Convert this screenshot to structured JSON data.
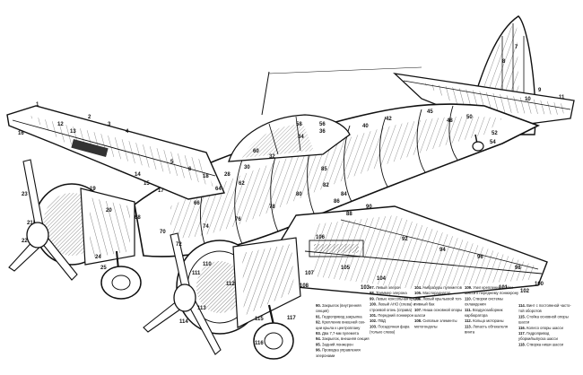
{
  "callouts": {
    "c1": "1",
    "c2": "2",
    "c3": "3",
    "c4": "4",
    "c5": "5",
    "c6": "6",
    "c7": "7",
    "c8": "8",
    "c9": "9",
    "c10": "10",
    "c11": "11",
    "c12": "12",
    "c13": "13",
    "c14": "14",
    "c15": "15",
    "c16": "16",
    "c17": "17",
    "c18": "18",
    "c19": "19",
    "c20": "20",
    "c21": "21",
    "c22": "22",
    "c23": "23",
    "c24": "24",
    "c25": "25",
    "c28": "28",
    "c30": "30",
    "c32": "32",
    "c34": "34",
    "c36": "36",
    "c40": "40",
    "c42": "42",
    "c45": "45",
    "c48": "48",
    "c50": "50",
    "c52": "52",
    "c54": "54",
    "c56": "56",
    "c58": "58",
    "c60": "60",
    "c62": "62",
    "c64": "64",
    "c66": "66",
    "c68": "68",
    "c70": "70",
    "c72": "72",
    "c74": "74",
    "c76": "76",
    "c78": "78",
    "c80": "80",
    "c82": "82",
    "c84": "84",
    "c85": "85",
    "c86": "86",
    "c88": "88",
    "c90": "90",
    "c92": "92",
    "c94": "94",
    "c96": "96",
    "c98": "98",
    "c100": "100",
    "c101": "101",
    "c102": "102",
    "c103": "103",
    "c104": "104",
    "c105": "105",
    "c106": "106",
    "c107": "107",
    "c108": "108",
    "c110": "110",
    "c111": "111",
    "c112": "112",
    "c113": "113",
    "c114": "114",
    "c115": "115",
    "c116": "116",
    "c117": "117"
  },
  "legend": {
    "col1": [
      {
        "n": "90.",
        "t": "Закрылок (внутренняя"
      },
      {
        "n": "",
        "t": "секция)"
      },
      {
        "n": "91.",
        "t": "Гидропривод закрылка"
      },
      {
        "n": "92.",
        "t": "Крепление внешней сек-"
      },
      {
        "n": "",
        "t": "ции крыла к центроплану"
      },
      {
        "n": "93.",
        "t": "Два 7,7-мм пулемета"
      },
      {
        "n": "94.",
        "t": "Закрылок, внешняя секция"
      },
      {
        "n": "95.",
        "t": "Задний лонжерон"
      },
      {
        "n": "96.",
        "t": "Проводка управления"
      },
      {
        "n": "",
        "t": "элеронами"
      }
    ],
    "col2": [
      {
        "n": "97.",
        "t": "Левый элерон"
      },
      {
        "n": "98.",
        "t": "Триммер элерона"
      },
      {
        "n": "99.",
        "t": "Левые консольная крыла"
      },
      {
        "n": "100.",
        "t": "Левый АНО (слева) и"
      },
      {
        "n": "",
        "t": "строевой огонь (справа)"
      },
      {
        "n": "101.",
        "t": "Передний лонжерон"
      },
      {
        "n": "102.",
        "t": "ПВД"
      },
      {
        "n": "103.",
        "t": "Посадочная фара"
      },
      {
        "n": "",
        "t": "(только слева)"
      }
    ],
    "col3": [
      {
        "n": "104.",
        "t": "Амбразуры пулеметов"
      },
      {
        "n": "105.",
        "t": "Маслорадиатор"
      },
      {
        "n": "106.",
        "t": "Левый крыльевой топ-"
      },
      {
        "n": "",
        "t": "ливный бак"
      },
      {
        "n": "107.",
        "t": "Ниша основной опоры"
      },
      {
        "n": "",
        "t": "шасси"
      },
      {
        "n": "108.",
        "t": "Силовые элементы"
      },
      {
        "n": "",
        "t": "мотогондолы"
      }
    ],
    "col4": [
      {
        "n": "109.",
        "t": "Узел крепления стойки"
      },
      {
        "n": "",
        "t": "шасси к переднему лонжерону"
      },
      {
        "n": "110.",
        "t": "Створки системы"
      },
      {
        "n": "",
        "t": "охлаждения"
      },
      {
        "n": "111.",
        "t": "Воздухозаборник"
      },
      {
        "n": "",
        "t": "карбюратора"
      },
      {
        "n": "112.",
        "t": "Кольцо мотораны"
      },
      {
        "n": "113.",
        "t": "Лопасть обтекателя"
      },
      {
        "n": "",
        "t": "винта"
      }
    ],
    "col5": [
      {
        "n": "114.",
        "t": "Винт с постоянной часто-"
      },
      {
        "n": "",
        "t": "той оборотов"
      },
      {
        "n": "115.",
        "t": "Стойка основной опоры"
      },
      {
        "n": "",
        "t": "шасси"
      },
      {
        "n": "116.",
        "t": "Колесо опоры шасси"
      },
      {
        "n": "117.",
        "t": "Гидропривод"
      },
      {
        "n": "",
        "t": "уборки/выпуска шасси"
      },
      {
        "n": "118.",
        "t": "Створка ниши шасси"
      }
    ]
  }
}
